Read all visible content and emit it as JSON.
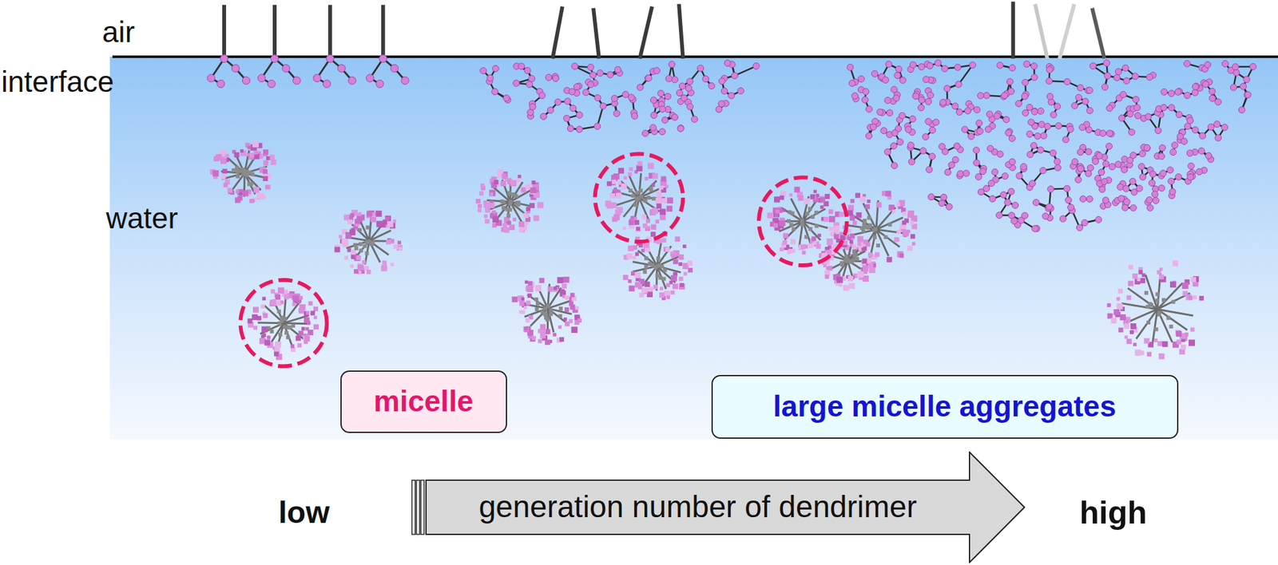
{
  "diagram": {
    "nodes": [
      {
        "text": [
          "micelle"
        ]
      },
      {
        "text": [
          "large micelle aggregates"
        ]
      },
      {
        "text": [
          "generation number of dendrimer"
        ]
      }
    ],
    "labels": [
      "air",
      "interface",
      "water",
      "low",
      "high"
    ]
  }
}
